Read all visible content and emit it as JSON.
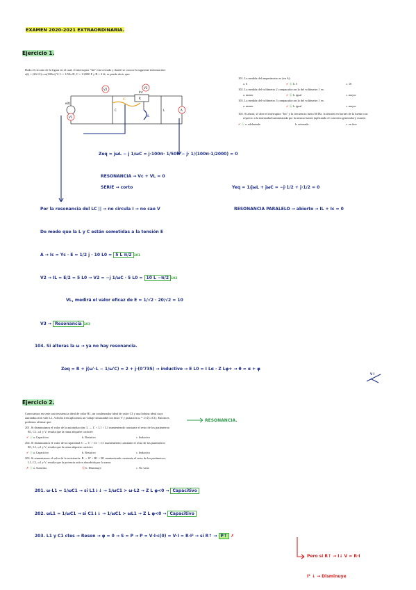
{
  "header": {
    "title": "EXAMEN 2020-2021 EXTRAORDINARIA."
  },
  "ej1": {
    "heading": "Ejercicio 1.",
    "statement1": "Dado el circuito de la figura en el cual, el interruptor \"Int\" está cerrado y donde se conoce la siguiente información:",
    "statement2": "e(t) = (20/√2)·cos(100πt) V, L = 1/50π H, C = 1/2000 F y R = 2 Ω, se puede decir que:",
    "diagram_labels": {
      "v1": "V1",
      "v2": "V2",
      "v3": "V3",
      "a": "A",
      "int": "Int",
      "r": "R",
      "l": "L",
      "c": "C",
      "e": "e(t)",
      "il": "IL",
      "ic": "IC"
    },
    "questions": {
      "q101": "101. La medida del amperímetro es (en A):",
      "q101_opts": [
        "a. 0",
        "b. 5",
        "c. 10"
      ],
      "q102": "102. La medida del voltímetro 2 comparada con la del voltímetro 1 es:",
      "q102_opts": [
        "a. menor",
        "b. igual",
        "c. mayor"
      ],
      "q103": "103. La medida del voltímetro 3 comparada con la del voltímetro 1 es:",
      "q103_opts": [
        "a. menor",
        "b. igual",
        "c. mayor"
      ],
      "q104a": "104. Si ahora, se abre el interruptor \"Int\" y la frecuencia fuera 60 Hz, la tensión en bornes de la fuente con",
      "q104b": "respecto a la intensidad suministrada por la misma fuente (aplicando el convenio generador), estaría:",
      "q104_opts": [
        "a. adelantada",
        "b. retrasada",
        "c. en fase"
      ]
    },
    "work": {
      "zeq": "Zeq = jωL − j 1/ωC = j·100π· 1/50π − j· 1/(100π·1/2000) = 0",
      "resonancia": "RESONANCIA → Vc + VL = 0",
      "serie": "SERIE → corto",
      "yeq": "Yeq = 1/jωL + jωC = −j·1/2 + j·1/2 = 0",
      "paralelo": "RESONANCIA PARALELO → abierto → IL + Ic = 0",
      "line1": "Por la resonancia del LC || → no circula I → no cae V",
      "line2": "De modo que la L y C están sometidas a la tensión E",
      "a_line": "A → Ic = Yc · E = 1/2 j · 10 L0 =",
      "a_box": "5 L π/2",
      "a_tag": "101",
      "v2_line": "V2 → IL = E/2 = 5 L0 → V2 = −j 1/ωC · 5 L0 =",
      "v2_box": "10 L −π/2",
      "v2_tag": "102",
      "vl_line": "VL, medirá el valor eficaz de E = 1/√2 · 20/√2 = 10",
      "v3_line": "V3 →",
      "v3_box": "Resonancia",
      "v3_tag": "103",
      "q104_line": "104. Si alteras la ω → ya no hay resonancia.",
      "zeq2": "Zeq = R + j(ω'·L − 1/ω'C) = 2 + j·(0'735) → inductivo → E L0 = I Lα · Z Lφ+ → θ = α + φ",
      "phasor": "V      I"
    }
  },
  "ej2": {
    "heading": "Ejercicio 2.",
    "statement1": "Conectamos en serie una resistencia ideal de valor R1, un condensador ideal de valor C1 y una bobina ideal cuya",
    "statement2": "autoinducción vale L1. A dicho tren aplicamos un voltaje sinusoidal con fasor V y pulsación ω = 1/√(L1C1). Entonces",
    "statement3": "podemos afirmar que:",
    "resonancia_tag": "RESONANCIA.",
    "questions": {
      "q201": "201. Si disminuimos el valor de la autoinducción: L → L' < L1 < L1 manteniendo constante el resto de los parámetros:",
      "q201b": "R1, C1, ω1 y V, resulta que la rama adquiere carácter:",
      "q201_opts": [
        "a. Capacitivo",
        "b. Resistivo",
        "c. Inductivo"
      ],
      "q202": "202. Si disminuimos el valor de la capacidad: C → C' > C1 < C1 manteniendo constante el resto de los parámetros:",
      "q202b": "R1, L1, ω1 y V, resulta que la rama adquiere carácter:",
      "q202_opts": [
        "a. Capacitivo",
        "b. Resistivo",
        "c. Inductivo"
      ],
      "q203": "203. Si aumentamos el valor de la resistencia: R → R' > R1 > R1 manteniendo constante el resto de los parámetros:",
      "q203b": "L1, C1, ω1 y V, resulta que la potencia activa absorbida por la rama:",
      "q203_opts": [
        "a. Aumenta",
        "b. Disminuye",
        "c. No varía"
      ]
    },
    "work": {
      "l201": "201. ω·L1 = 1/ωC1 → si L1↓↓ → 1/ωC1 > ω·L2 → Z L φ<0 →",
      "b201": "Capacitivo",
      "l202": "202. ωL1 = 1/ωC1 → si C1↓↓ → 1/ωC1 > ωL1 → Z L φ<0 →",
      "b202": "Capacitivo",
      "l203": "203. L1 y C1 ctes → Reson → φ = 0 → S = P → P = V·I·c(0) = V·I = R·I² → si R↑ →",
      "b203": "P↑",
      "x203": "✗",
      "red1": "Pero si R↑ → I↓  V = R·I",
      "red2": "I² ↓ → Disminuye"
    }
  }
}
